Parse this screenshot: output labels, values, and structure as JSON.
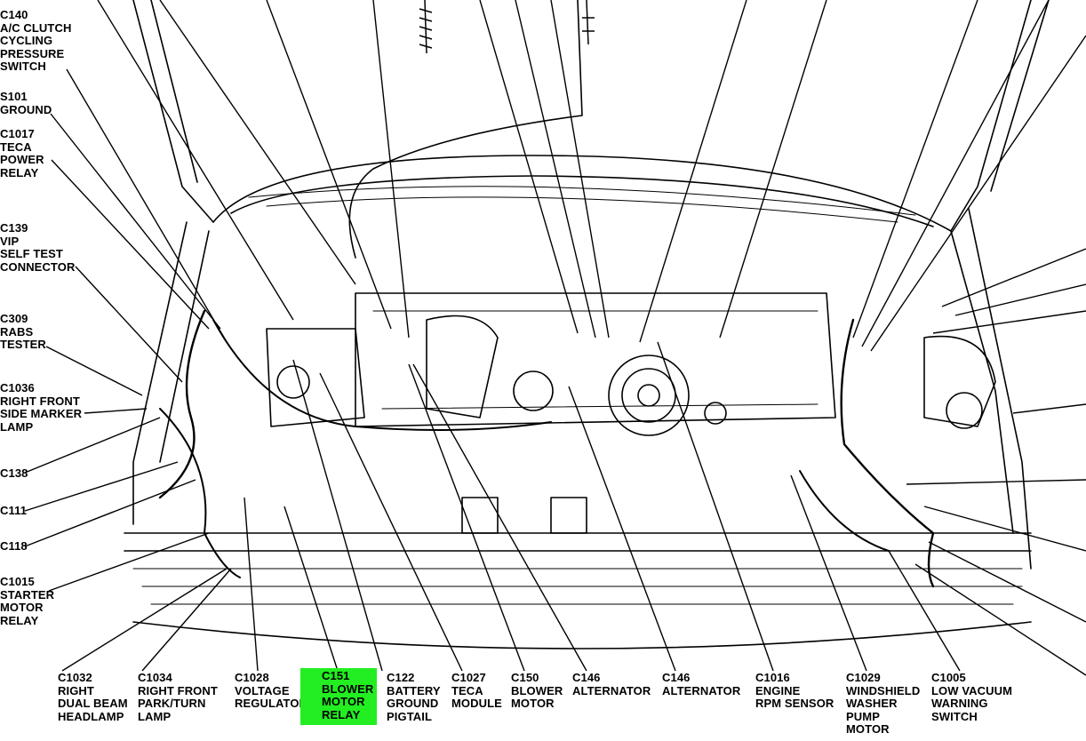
{
  "diagram": {
    "left_labels": [
      {
        "id": "c140",
        "text": "C140\nA/C CLUTCH\nCYCLING\nPRESSURE\nSWITCH"
      },
      {
        "id": "s101",
        "text": "S101\nGROUND"
      },
      {
        "id": "c1017",
        "text": "C1017\nTECA\nPOWER\nRELAY"
      },
      {
        "id": "c139",
        "text": "C139\nVIP\nSELF TEST\nCONNECTOR"
      },
      {
        "id": "c309",
        "text": "C309\nRABS\nTESTER"
      },
      {
        "id": "c1036",
        "text": "C1036\nRIGHT FRONT\nSIDE MARKER\nLAMP"
      },
      {
        "id": "c138",
        "text": "C138"
      },
      {
        "id": "c111",
        "text": "C111"
      },
      {
        "id": "c118",
        "text": "C118"
      },
      {
        "id": "c1015",
        "text": "C1015\nSTARTER\nMOTOR\nRELAY"
      }
    ],
    "bottom_labels": [
      {
        "id": "c1032",
        "text": "C1032\nRIGHT\nDUAL BEAM\nHEADLAMP"
      },
      {
        "id": "c1034",
        "text": "C1034\nRIGHT FRONT\nPARK/TURN\nLAMP"
      },
      {
        "id": "c1028",
        "text": "C1028\nVOLTAGE\nREGULATOR"
      },
      {
        "id": "c151",
        "text": "C151\nBLOWER\nMOTOR\nRELAY",
        "highlight": true
      },
      {
        "id": "c122",
        "text": "C122\nBATTERY\nGROUND\nPIGTAIL"
      },
      {
        "id": "c1027",
        "text": "C1027\nTECA\nMODULE"
      },
      {
        "id": "c150",
        "text": "C150\nBLOWER\nMOTOR"
      },
      {
        "id": "c146a",
        "text": "C146\nALTERNATOR"
      },
      {
        "id": "c146b",
        "text": "C146\nALTERNATOR"
      },
      {
        "id": "c1016",
        "text": "C1016\nENGINE\nRPM SENSOR"
      },
      {
        "id": "c1029",
        "text": "C1029\nWINDSHIELD\nWASHER\nPUMP\nMOTOR"
      },
      {
        "id": "c1005",
        "text": "C1005\nLOW VACUUM\nWARNING\nSWITCH"
      }
    ],
    "highlight_color": "#22ee22",
    "line_color": "#000000"
  }
}
